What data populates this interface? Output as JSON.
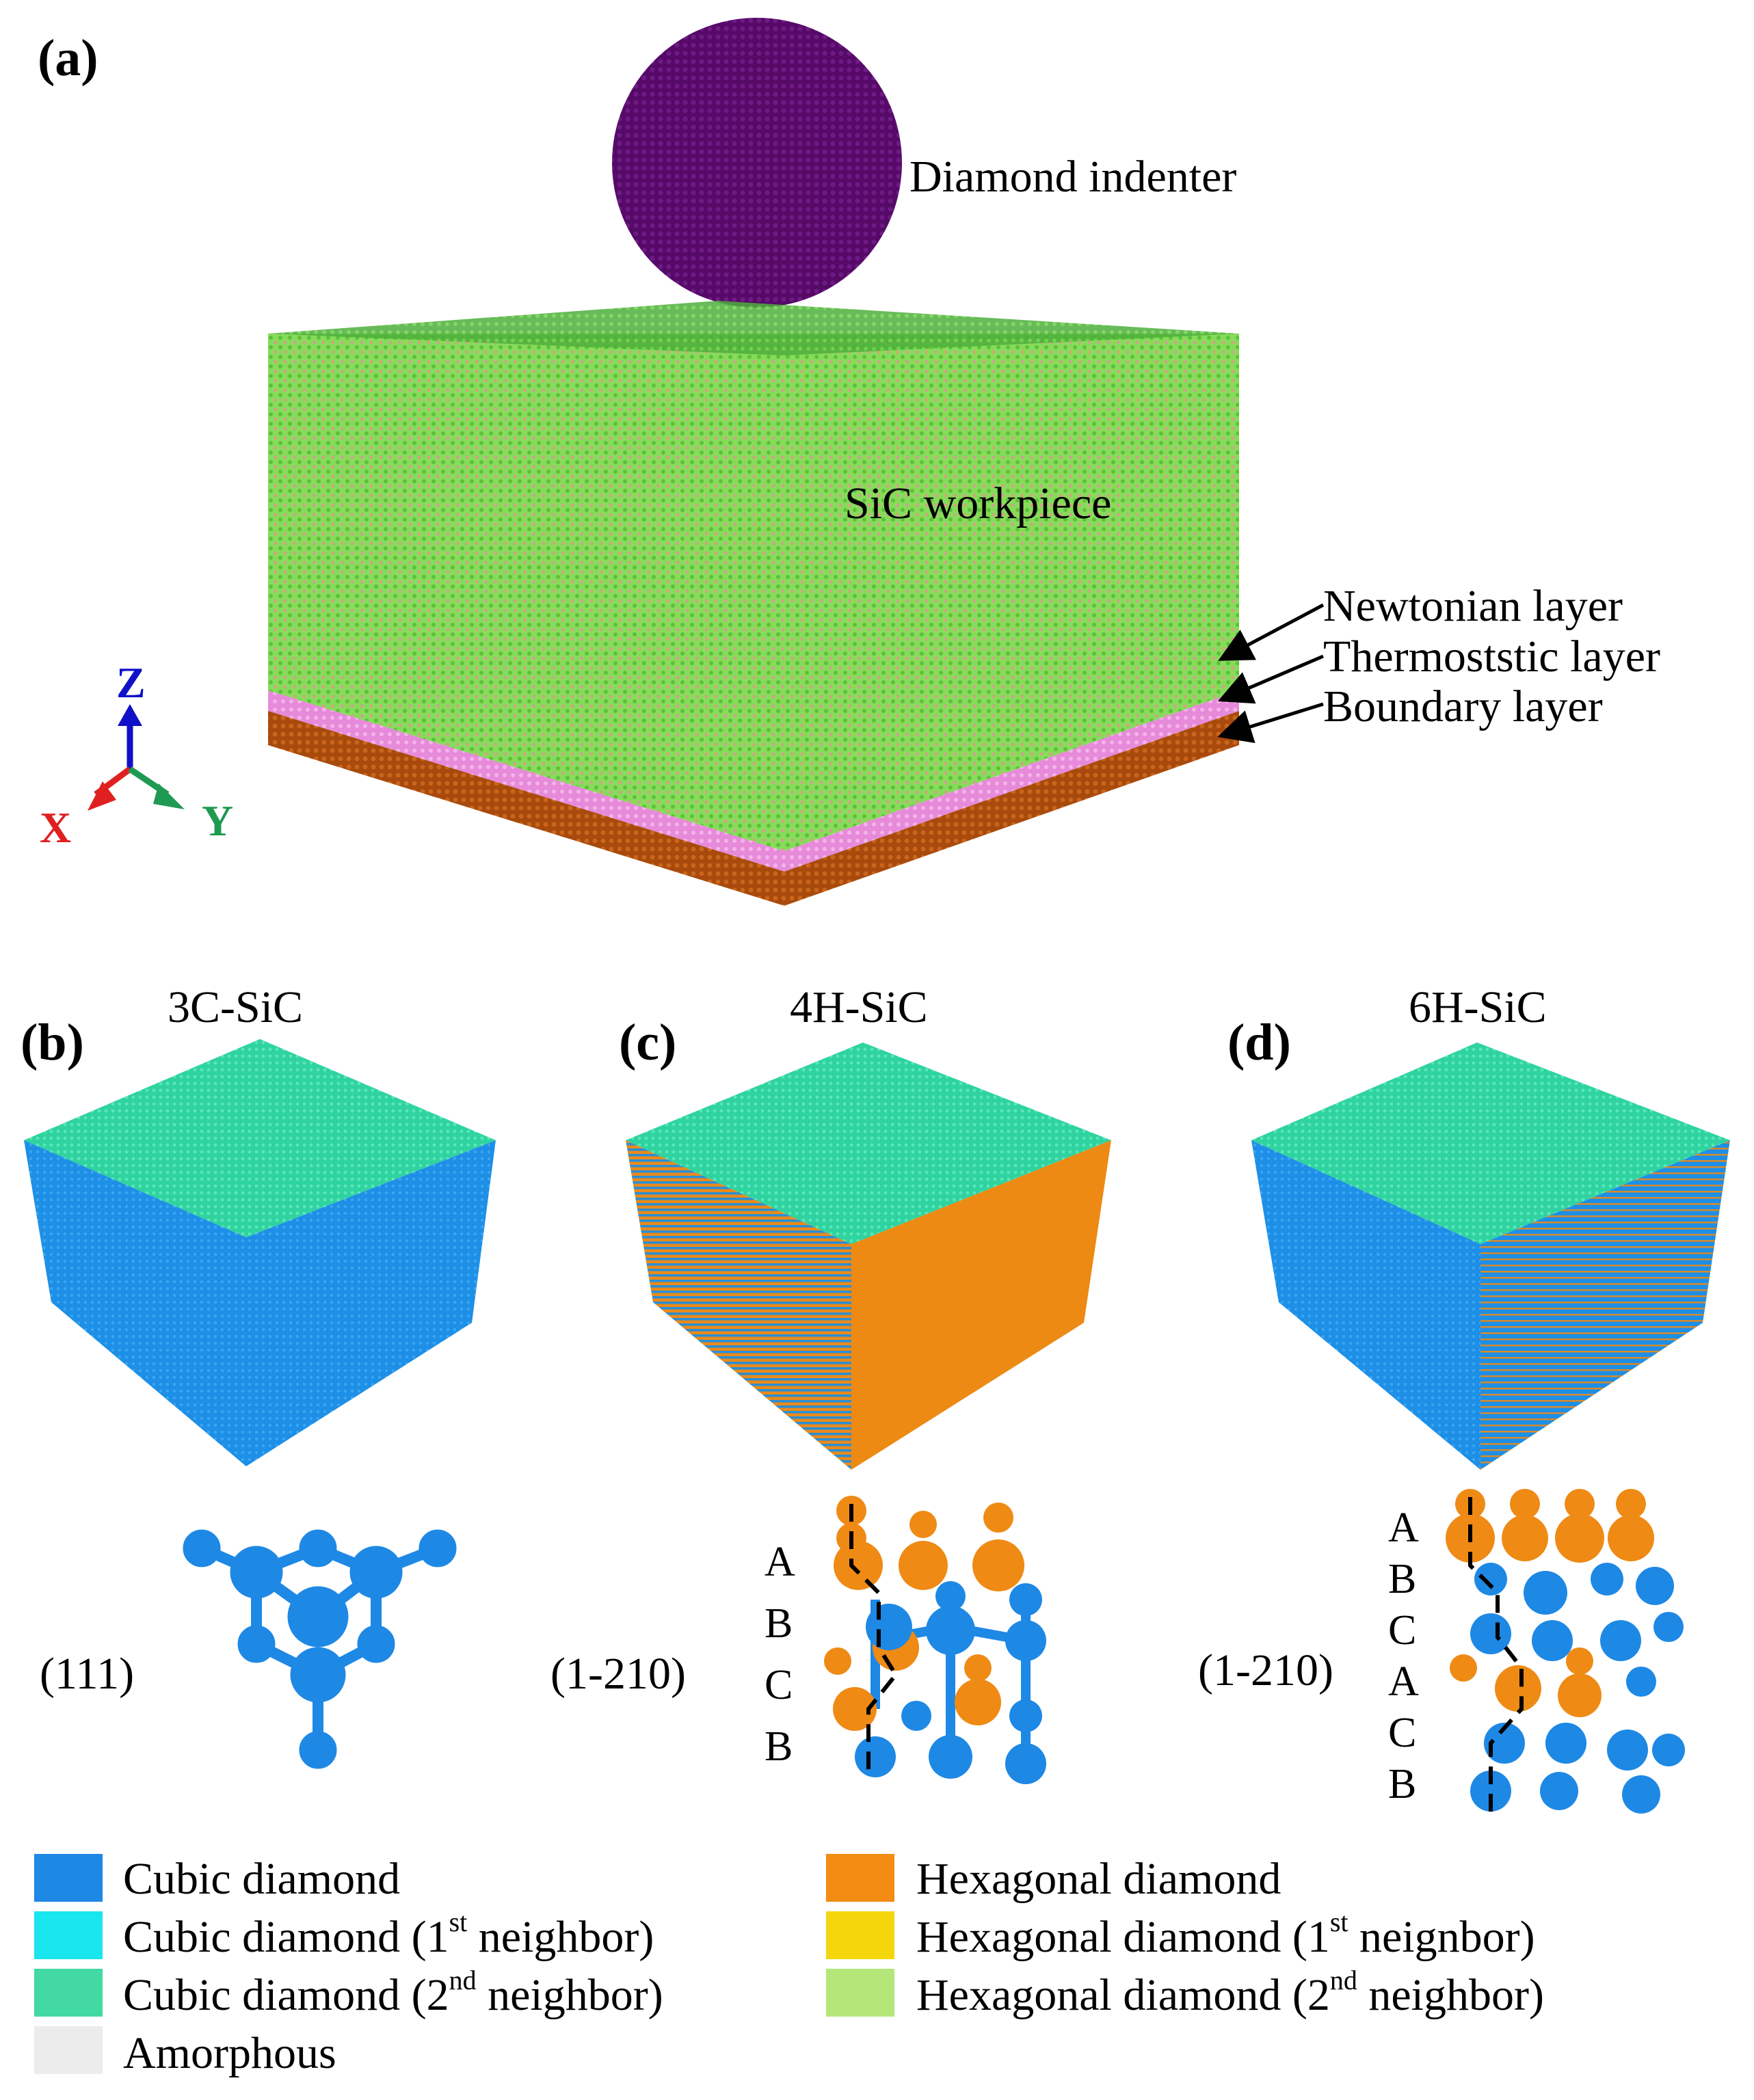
{
  "panel_a": {
    "label": "(a)",
    "indenter_label": "Diamond indenter",
    "workpiece_label": "SiC workpiece",
    "layers": [
      "Newtonian layer",
      "Thermoststic layer",
      "Boundary layer"
    ],
    "axes": {
      "z": "Z",
      "x": "X",
      "y": "Y"
    },
    "colors": {
      "indenter": "#5b0b6e",
      "workpiece": "#7ed957",
      "thermostat": "#e68ad8",
      "boundary": "#b4520f"
    }
  },
  "panels": [
    {
      "label": "(b)",
      "title": "3C-SiC",
      "plane": "(111)",
      "sequence": []
    },
    {
      "label": "(c)",
      "title": "4H-SiC",
      "plane": "(1-210)",
      "sequence": [
        "A",
        "B",
        "C",
        "B"
      ]
    },
    {
      "label": "(d)",
      "title": "6H-SiC",
      "plane": "(1-210)",
      "sequence": [
        "A",
        "B",
        "C",
        "A",
        "C",
        "B"
      ]
    }
  ],
  "legend": [
    {
      "label": "Cubic diamond",
      "sup": "",
      "tail": "",
      "color": "#1e88e5"
    },
    {
      "label": "Hexagonal diamond",
      "sup": "",
      "tail": "",
      "color": "#f28c12"
    },
    {
      "label": "Cubic diamond (1",
      "sup": "st",
      "tail": " neighbor)",
      "color": "#19e6ef"
    },
    {
      "label": "Hexagonal diamond (1",
      "sup": "st",
      "tail": " neignbor)",
      "color": "#f5d60c"
    },
    {
      "label": "Cubic diamond (2",
      "sup": "nd",
      "tail": " neighbor)",
      "color": "#43d9a3"
    },
    {
      "label": "Hexagonal diamond (2",
      "sup": "nd",
      "tail": " neighbor)",
      "color": "#b5e67a"
    },
    {
      "label": "Amorphous",
      "sup": "",
      "tail": "",
      "color": "#ececec"
    }
  ]
}
